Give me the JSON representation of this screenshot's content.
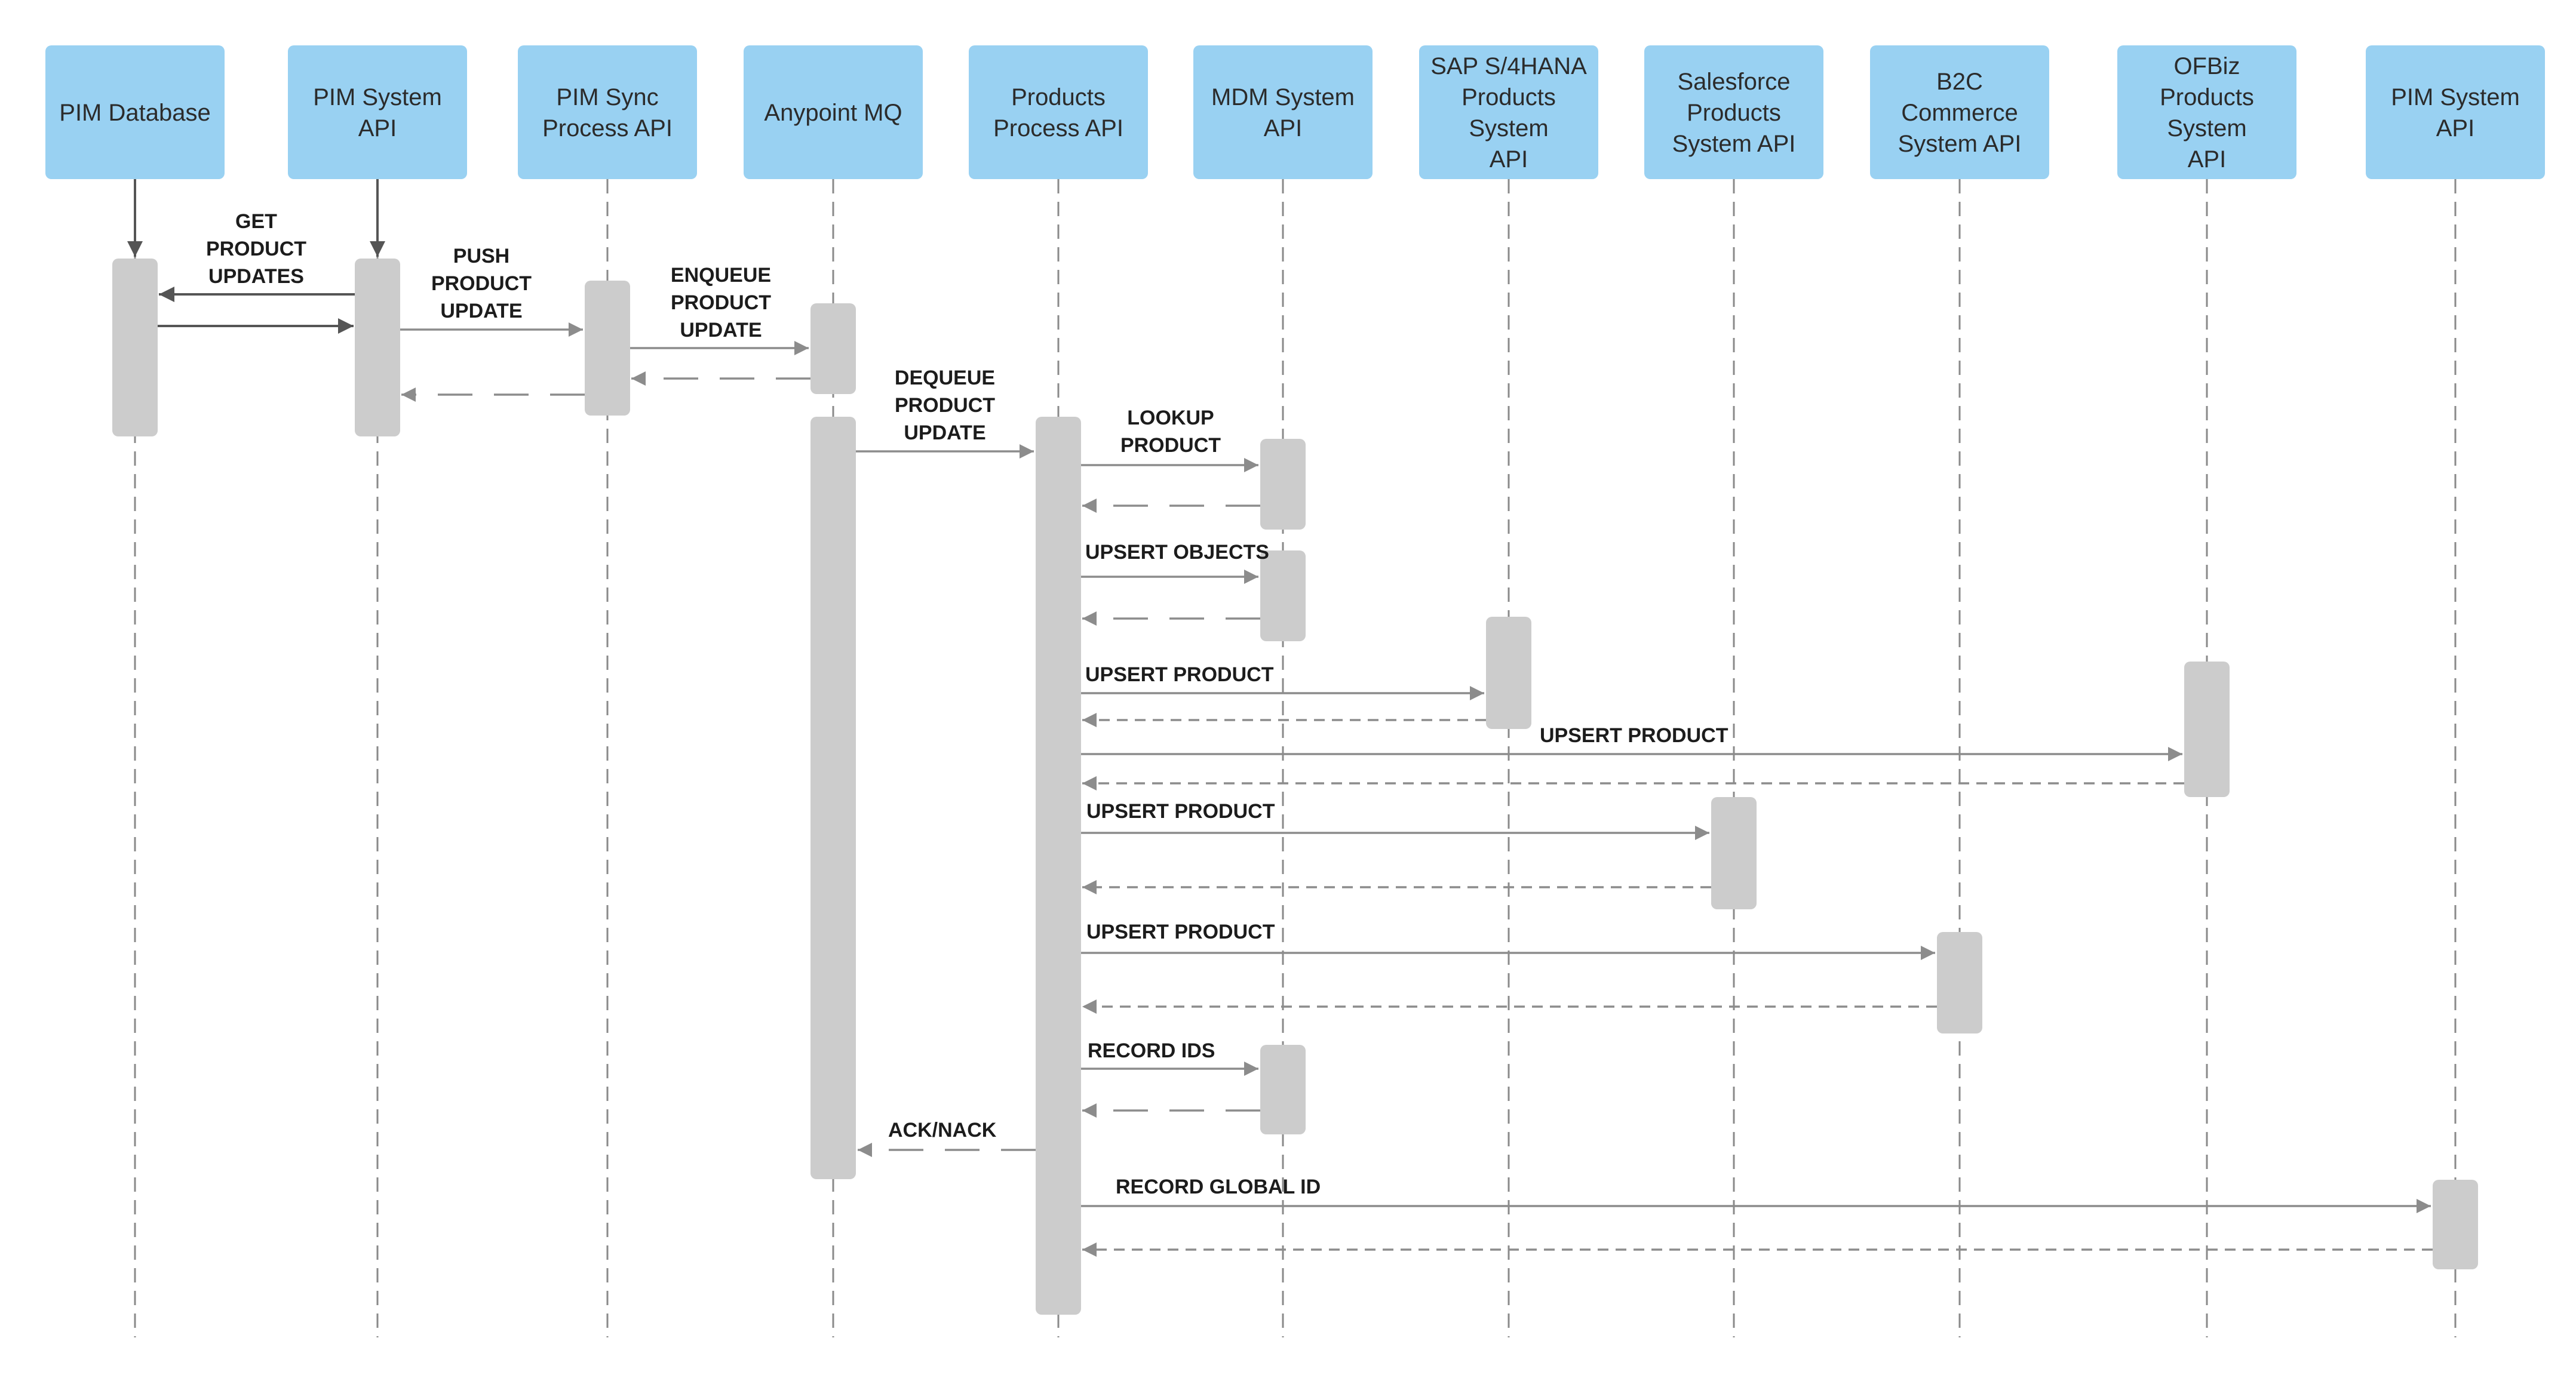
{
  "participants": [
    {
      "id": "pim-database",
      "lines": [
        "PIM Database"
      ]
    },
    {
      "id": "pim-system-api",
      "lines": [
        "PIM System",
        "API"
      ]
    },
    {
      "id": "pim-sync-process-api",
      "lines": [
        "PIM Sync",
        "Process API"
      ]
    },
    {
      "id": "anypoint-mq",
      "lines": [
        "Anypoint MQ"
      ]
    },
    {
      "id": "products-process-api",
      "lines": [
        "Products",
        "Process API"
      ]
    },
    {
      "id": "mdm-system-api",
      "lines": [
        "MDM System",
        "API"
      ]
    },
    {
      "id": "sap-s4hana-products-system-api",
      "lines": [
        "SAP S/4HANA",
        "Products",
        "System",
        "API"
      ]
    },
    {
      "id": "salesforce-products-system-api",
      "lines": [
        "Salesforce",
        "Products",
        "System API"
      ]
    },
    {
      "id": "b2c-commerce-system-api",
      "lines": [
        "B2C",
        "Commerce",
        "System API"
      ]
    },
    {
      "id": "ofbiz-products-system-api",
      "lines": [
        "OFBiz",
        "Products",
        "System",
        "API"
      ]
    },
    {
      "id": "pim-system-api-2",
      "lines": [
        "PIM System",
        "API"
      ]
    }
  ],
  "messages": [
    {
      "id": "get-product-updates",
      "lines": [
        "GET",
        "PRODUCT",
        "UPDATES"
      ]
    },
    {
      "id": "push-product-update",
      "lines": [
        "PUSH",
        "PRODUCT",
        "UPDATE"
      ]
    },
    {
      "id": "enqueue-product-update",
      "lines": [
        "ENQUEUE",
        "PRODUCT",
        "UPDATE"
      ]
    },
    {
      "id": "dequeue-product-update",
      "lines": [
        "DEQUEUE",
        "PRODUCT",
        "UPDATE"
      ]
    },
    {
      "id": "lookup-product",
      "lines": [
        "LOOKUP",
        "PRODUCT"
      ]
    },
    {
      "id": "upsert-objects",
      "lines": [
        "UPSERT OBJECTS"
      ]
    },
    {
      "id": "upsert-product-sap",
      "lines": [
        "UPSERT PRODUCT"
      ]
    },
    {
      "id": "upsert-product-ofbiz",
      "lines": [
        "UPSERT PRODUCT"
      ]
    },
    {
      "id": "upsert-product-salesforce",
      "lines": [
        "UPSERT PRODUCT"
      ]
    },
    {
      "id": "upsert-product-b2c",
      "lines": [
        "UPSERT PRODUCT"
      ]
    },
    {
      "id": "record-ids",
      "lines": [
        "RECORD IDS"
      ]
    },
    {
      "id": "ack-nack",
      "lines": [
        "ACK/NACK"
      ]
    },
    {
      "id": "record-global-id",
      "lines": [
        "RECORD  GLOBAL  ID"
      ]
    }
  ],
  "colors": {
    "header_fill": "#99d1f2",
    "activation_fill": "#cccccc",
    "lifeline": "#8a8a8a",
    "arrow": "#8c8c8c",
    "arrow_dark": "#555555"
  }
}
